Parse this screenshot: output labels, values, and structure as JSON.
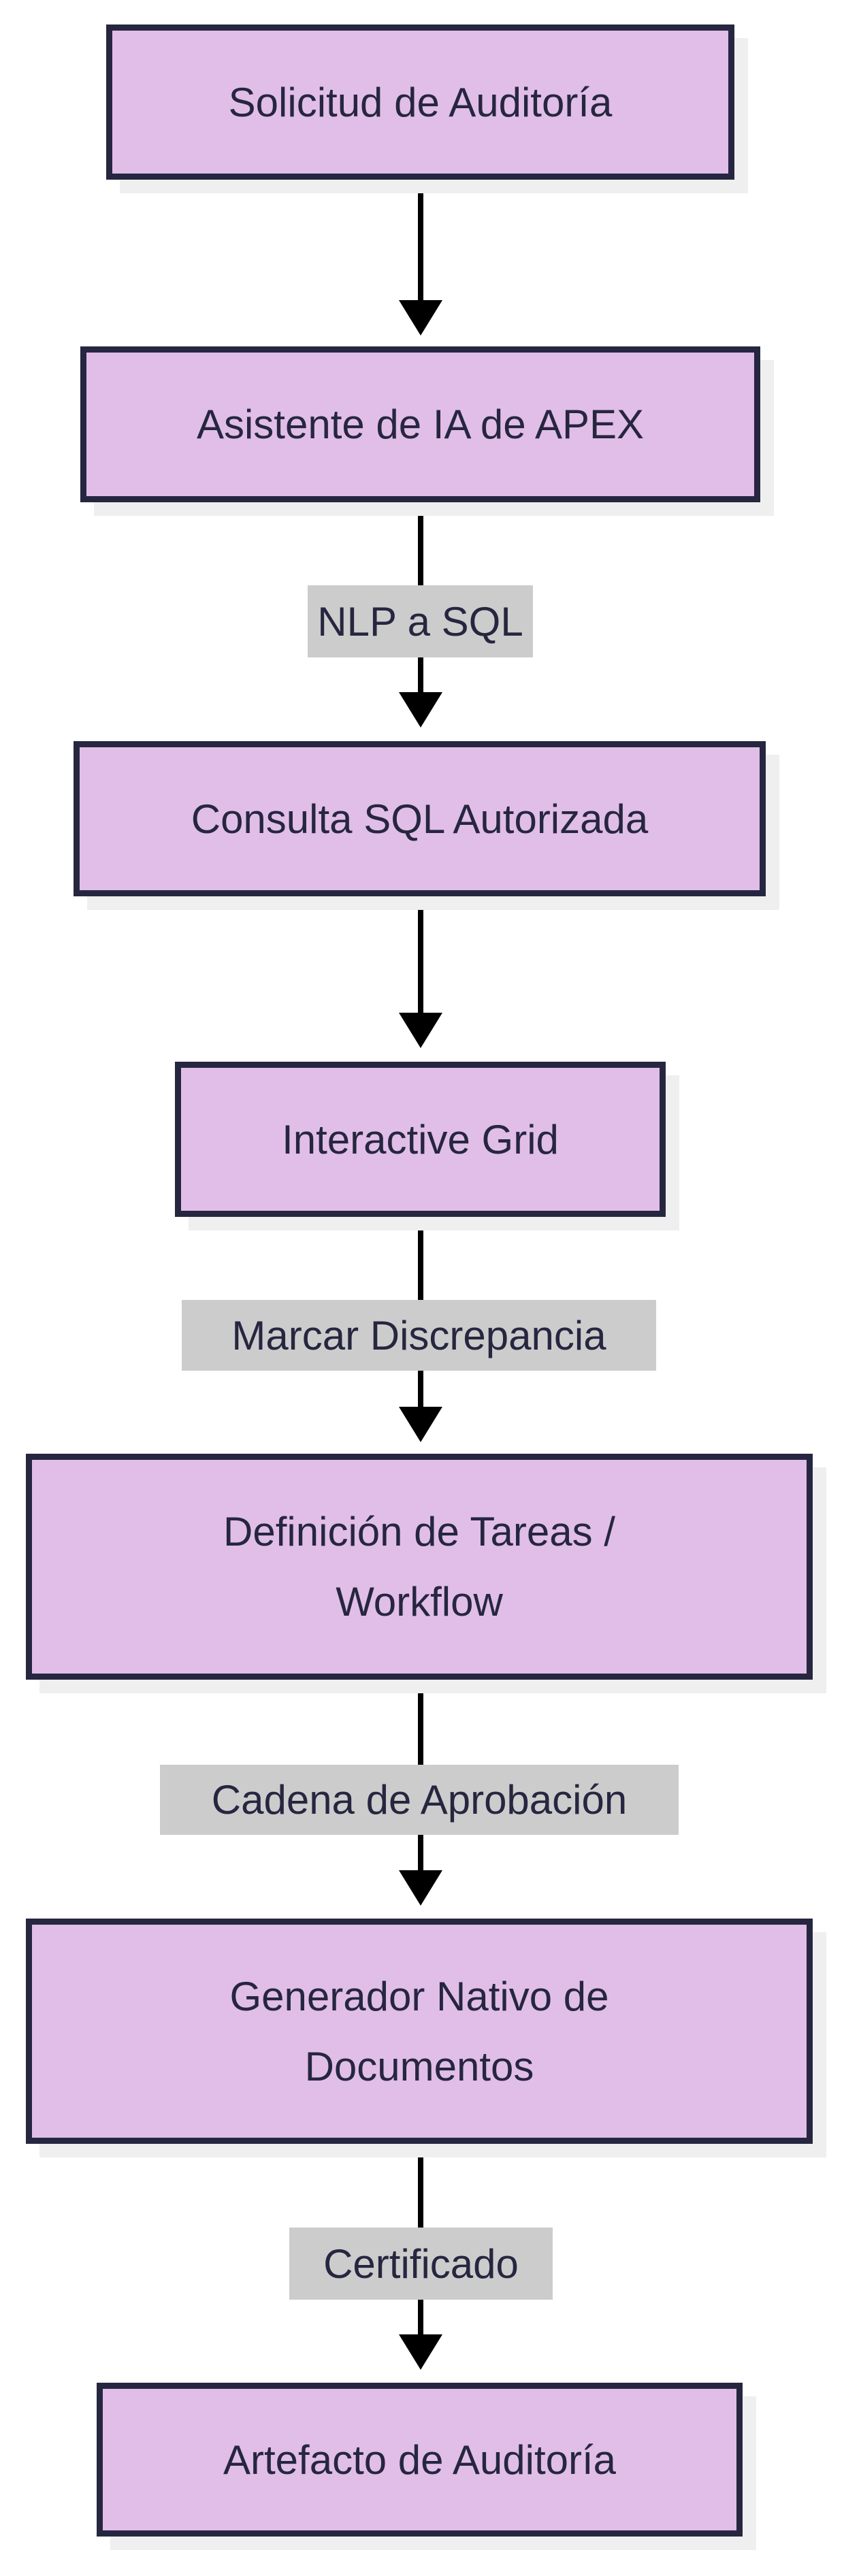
{
  "nodes": [
    {
      "id": "solicitud",
      "label": "Solicitud de Auditoría"
    },
    {
      "id": "asistente",
      "label": "Asistente de IA de APEX"
    },
    {
      "id": "consulta",
      "label": "Consulta SQL Autorizada"
    },
    {
      "id": "grid",
      "label": "Interactive Grid"
    },
    {
      "id": "tareas",
      "label": "Definición de Tareas / Workflow"
    },
    {
      "id": "generador",
      "label": "Generador Nativo de Documentos"
    },
    {
      "id": "artefacto",
      "label": "Artefacto de Auditoría"
    }
  ],
  "edges": [
    {
      "from": "solicitud",
      "to": "asistente",
      "label": ""
    },
    {
      "from": "asistente",
      "to": "consulta",
      "label": "NLP a SQL"
    },
    {
      "from": "consulta",
      "to": "grid",
      "label": ""
    },
    {
      "from": "grid",
      "to": "tareas",
      "label": "Marcar Discrepancia"
    },
    {
      "from": "tareas",
      "to": "generador",
      "label": "Cadena de Aprobación"
    },
    {
      "from": "generador",
      "to": "artefacto",
      "label": "Certificado"
    }
  ],
  "colors": {
    "node_fill": "#e1bee7",
    "node_border": "#262640",
    "edge": "#000000",
    "label_bg": "#cccccc"
  }
}
